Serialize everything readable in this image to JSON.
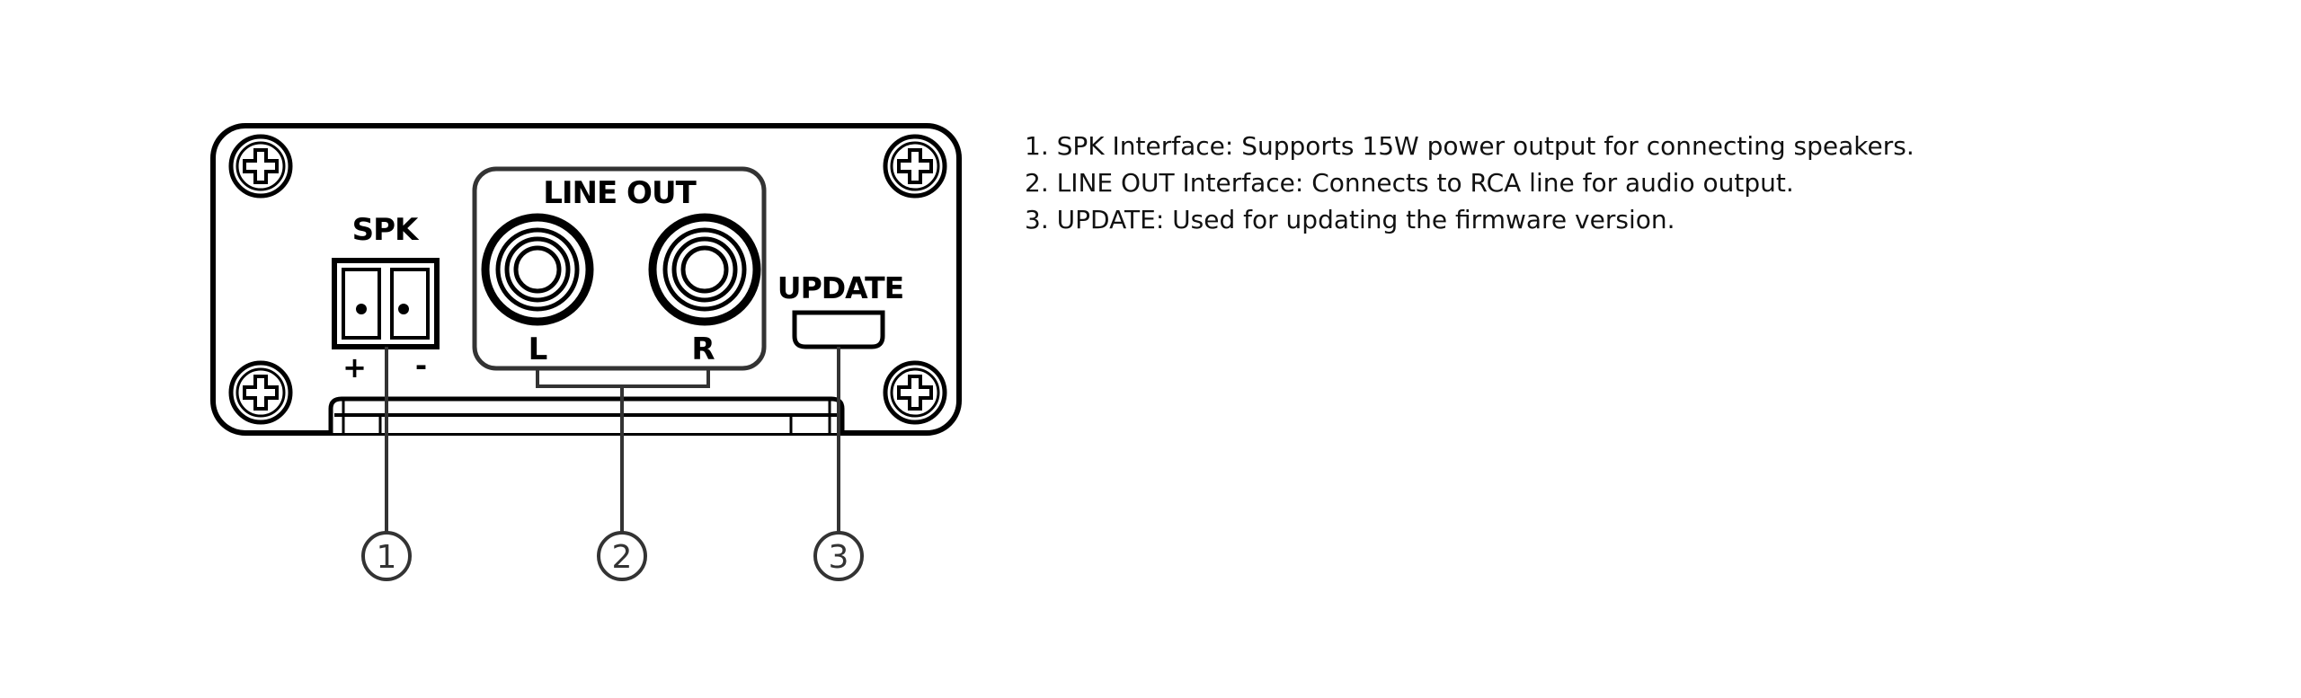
{
  "diagram": {
    "panel_labels": {
      "spk": "SPK",
      "spk_plus": "+",
      "spk_minus": "-",
      "line_out": "LINE OUT",
      "left": "L",
      "right": "R",
      "update": "UPDATE"
    },
    "callouts": [
      "1",
      "2",
      "3"
    ]
  },
  "descriptions": [
    "1. SPK Interface: Supports 15W power output for connecting speakers.",
    "2. LINE OUT Interface: Connects to RCA line for audio output.",
    "3. UPDATE: Used for updating the firmware version."
  ]
}
